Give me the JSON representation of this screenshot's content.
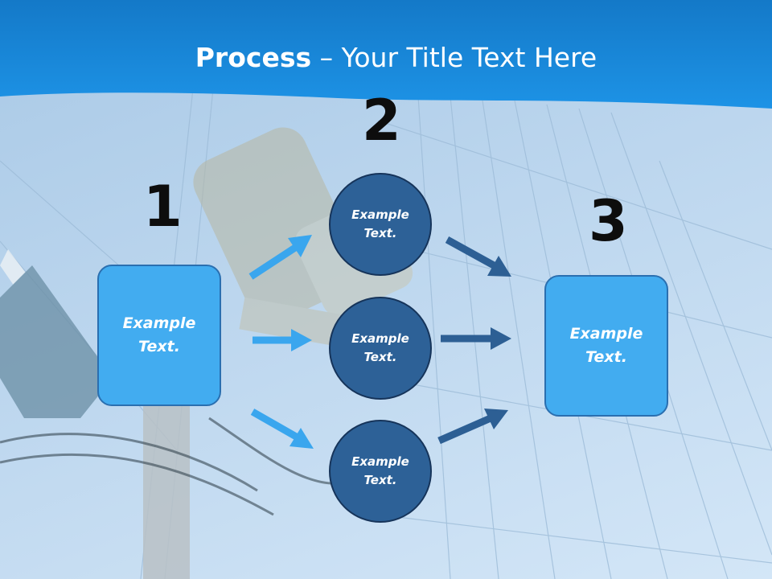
{
  "title": {
    "bold": "Process",
    "rest": " – Your Title Text Here"
  },
  "steps": [
    {
      "number": "1",
      "nodes": [
        "Example Text."
      ]
    },
    {
      "number": "2",
      "nodes": [
        "Example Text.",
        "Example Text.",
        "Example Text."
      ]
    },
    {
      "number": "3",
      "nodes": [
        "Example Text."
      ]
    }
  ],
  "colors": {
    "header": "#1c8de0",
    "box_fill": "#42acf0",
    "circle_fill": "#2d6197",
    "arrow_light": "#3aa6ee",
    "arrow_dark": "#2d5f94"
  }
}
